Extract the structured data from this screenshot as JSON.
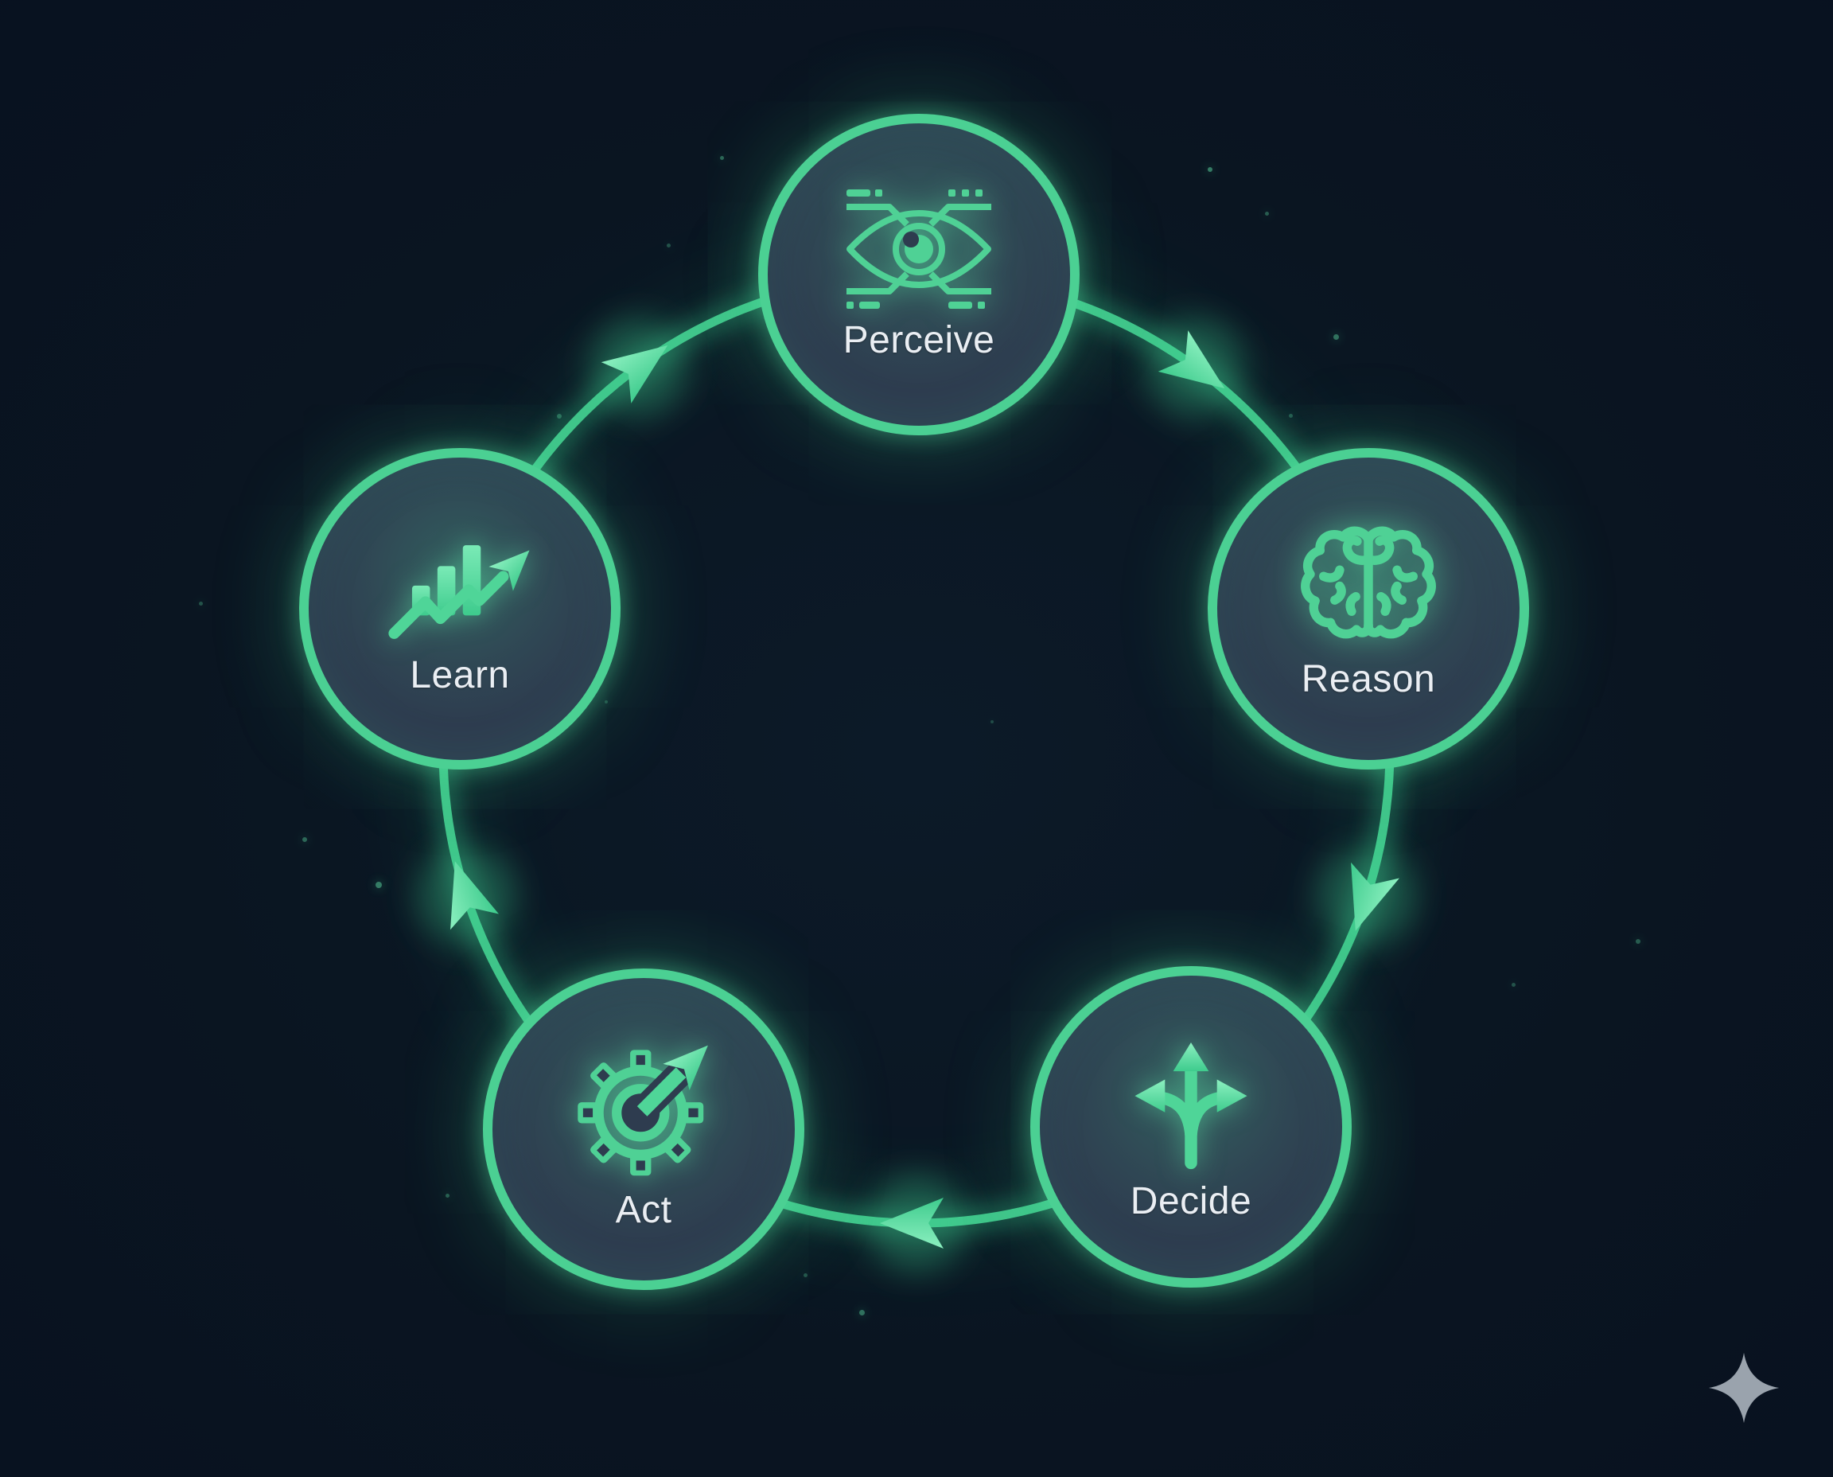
{
  "diagram": {
    "type": "cycle",
    "direction": "clockwise",
    "nodes": [
      {
        "label": "Perceive",
        "icon": "eye-circuit-icon"
      },
      {
        "label": "Reason",
        "icon": "brain-icon"
      },
      {
        "label": "Decide",
        "icon": "branching-arrows-icon"
      },
      {
        "label": "Act",
        "icon": "gear-arrow-icon"
      },
      {
        "label": "Learn",
        "icon": "growth-chart-icon"
      }
    ],
    "colors": {
      "background": "#0a1521",
      "node_fill": "#2e3c4f",
      "node_border": "#4bd093",
      "icon_green": "#4fd195",
      "arrow_bright_green": "#8cf0c0",
      "ring_green": "#40c58a",
      "label_text": "#eaeef3",
      "sparkle_gray": "#9aa3ad"
    },
    "watermark": {
      "icon": "sparkle-icon"
    }
  }
}
